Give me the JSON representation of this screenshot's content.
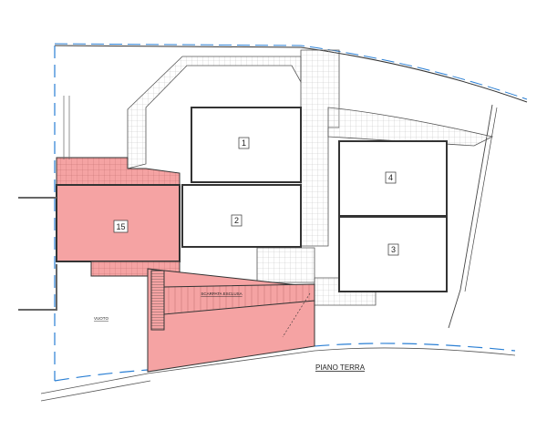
{
  "plan": {
    "title": "PIANO TERRA",
    "rooms": [
      {
        "id": "1",
        "highlighted": false
      },
      {
        "id": "2",
        "highlighted": false
      },
      {
        "id": "3",
        "highlighted": false
      },
      {
        "id": "4",
        "highlighted": false
      },
      {
        "id": "15",
        "highlighted": true
      }
    ],
    "areas": {
      "void": "VUOTO",
      "excluded_slope": "SCARPATA ESCLUSA"
    }
  },
  "colors": {
    "highlight": "#f5a3a3",
    "boundary": "#2a7fd4",
    "wall": "#333333",
    "grid": "#bbbbbb"
  }
}
